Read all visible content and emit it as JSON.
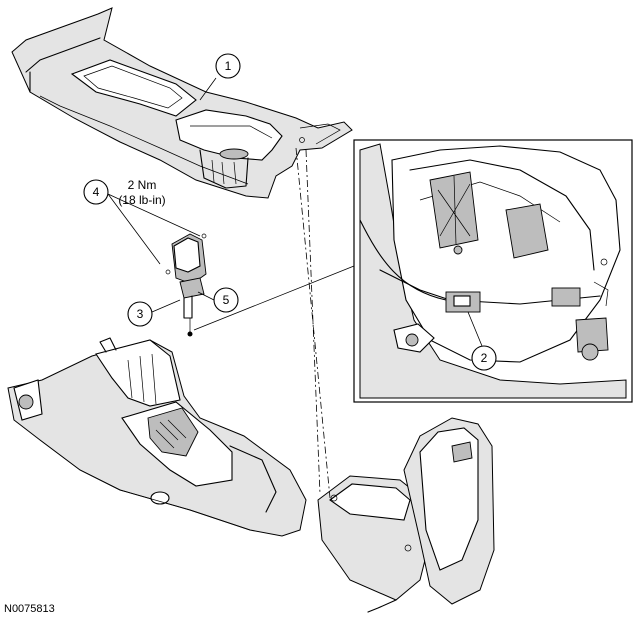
{
  "callouts": [
    {
      "id": "1",
      "label": "1"
    },
    {
      "id": "2",
      "label": "2"
    },
    {
      "id": "3",
      "label": "3"
    },
    {
      "id": "4",
      "label": "4"
    },
    {
      "id": "5",
      "label": "5"
    }
  ],
  "torque": {
    "metric": "2 Nm",
    "imperial": "(18 lb-in)"
  },
  "reference_code": "N0075813"
}
